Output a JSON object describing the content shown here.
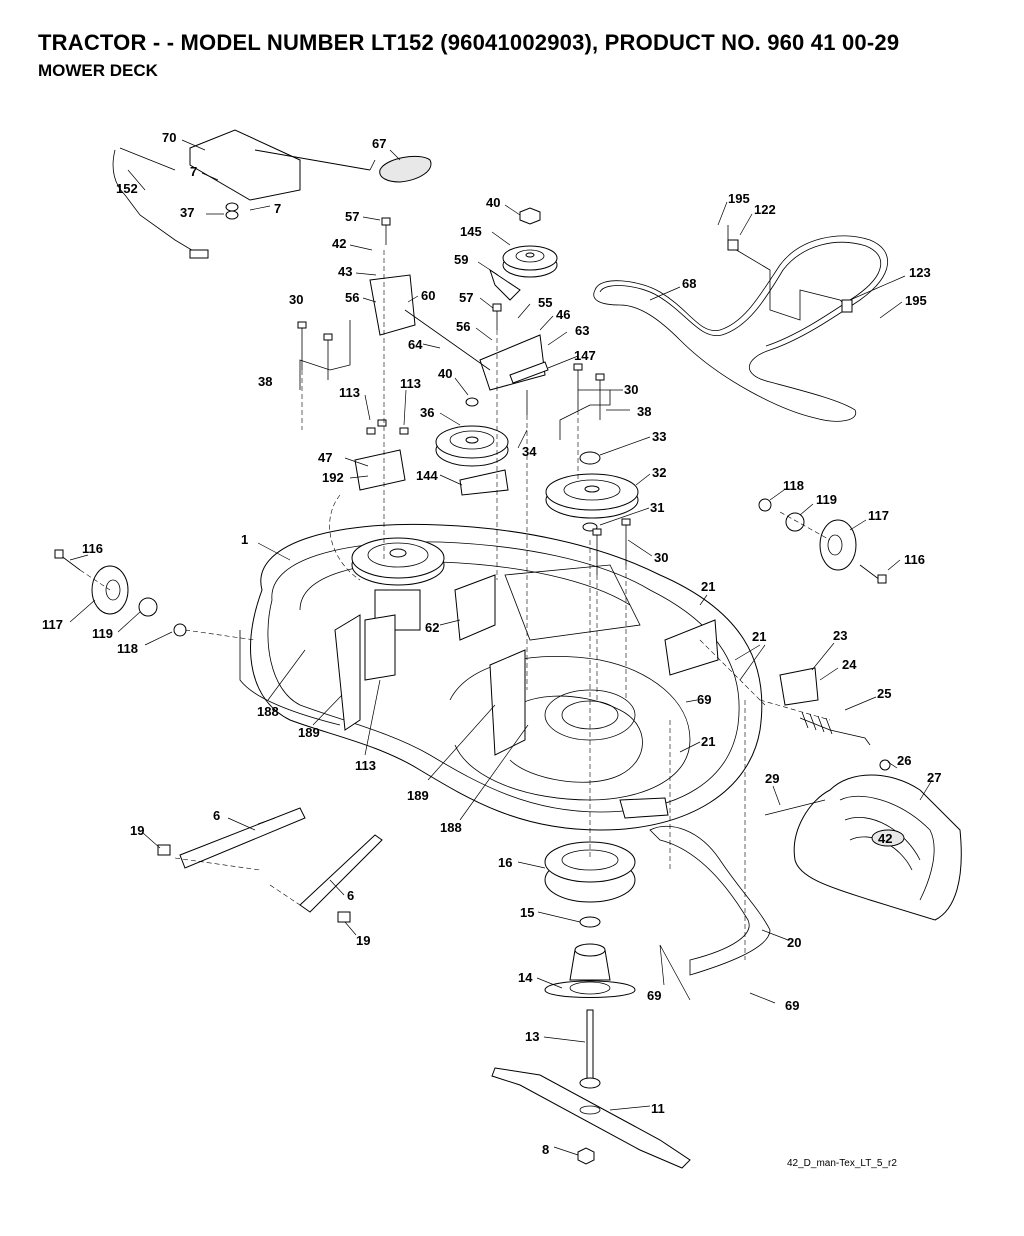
{
  "header": {
    "title": "TRACTOR - - MODEL NUMBER LT152 (96041002903), PRODUCT NO. 960 41 00-29",
    "subtitle": "MOWER DECK"
  },
  "diagram": {
    "ref_code": "42_D_man-Tex_LT_5_r2",
    "emblem_text": "42",
    "part_labels": [
      "70",
      "67",
      "7",
      "7",
      "152",
      "37",
      "57",
      "42",
      "43",
      "56",
      "60",
      "30",
      "38",
      "40",
      "145",
      "59",
      "57",
      "55",
      "56",
      "46",
      "63",
      "64",
      "147",
      "40",
      "30",
      "38",
      "113",
      "113",
      "36",
      "34",
      "33",
      "47",
      "192",
      "144",
      "32",
      "31",
      "30",
      "195",
      "122",
      "123",
      "195",
      "68",
      "118",
      "119",
      "117",
      "116",
      "116",
      "117",
      "119",
      "118",
      "1",
      "62",
      "21",
      "21",
      "23",
      "24",
      "25",
      "69",
      "21",
      "188",
      "189",
      "113",
      "189",
      "188",
      "26",
      "27",
      "29",
      "6",
      "19",
      "6",
      "19",
      "16",
      "15",
      "14",
      "20",
      "69",
      "69",
      "13",
      "11",
      "8"
    ]
  }
}
